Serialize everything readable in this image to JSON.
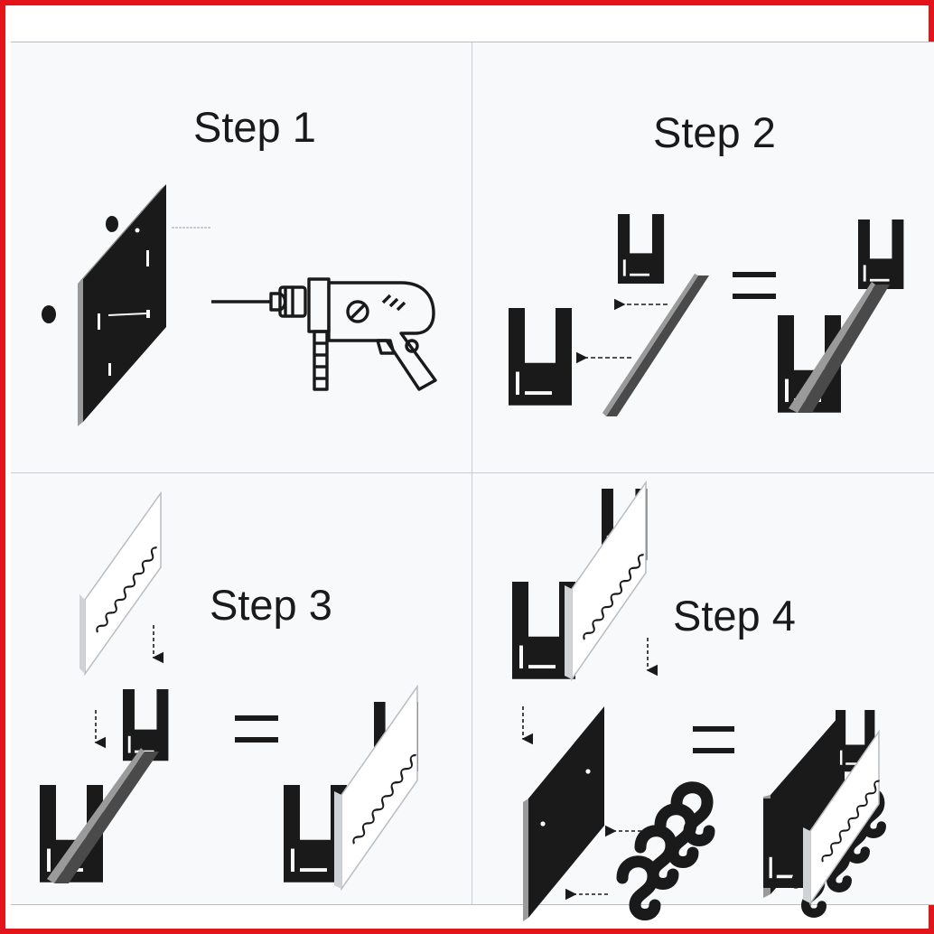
{
  "steps": [
    {
      "title": "Step 1"
    },
    {
      "title": "Step 2"
    },
    {
      "title": "Step 3"
    },
    {
      "title": "Step 4"
    }
  ],
  "colors": {
    "frame": "#e4141b",
    "ink": "#1a1a1a",
    "strip": "#4a4a4a",
    "acrylic_edge": "#9a9a9a",
    "panel_bg": "#f7f9fb"
  },
  "icons": [
    "wall-plate-icon",
    "screw-icon",
    "wall-plug-icon",
    "drill-icon",
    "bracket-icon",
    "connector-strip-icon",
    "name-plate-icon",
    "hook-icon",
    "arrow-icon",
    "equals-icon"
  ]
}
